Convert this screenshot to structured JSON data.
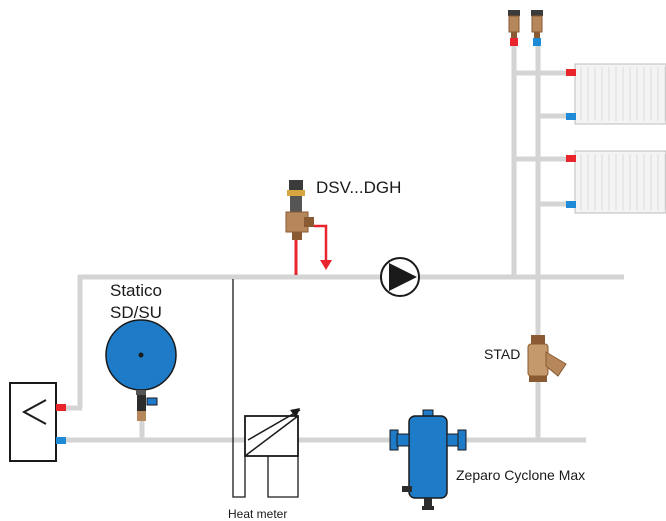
{
  "labels": {
    "dsv": "DSV...DGH",
    "statico_line1": "Statico",
    "statico_line2": "SD/SU",
    "stad": "STAD",
    "zeparo": "Zeparo Cyclone Max",
    "heat_meter": "Heat meter"
  },
  "colors": {
    "pipe": "#d9d9d9",
    "hot": "#e8242c",
    "cold": "#1f8ad6",
    "vessel_blue": "#1e7bc8",
    "valve_brass": "#b5875b",
    "valve_dark": "#8a5a32",
    "outline": "#1a1a1a",
    "radiator": "#f4f4f4"
  },
  "icons": [
    "heat-exchanger-icon",
    "pump-icon",
    "expansion-vessel-icon",
    "safety-valve-icon",
    "balancing-valve-icon",
    "heat-meter-icon",
    "dirt-separator-icon",
    "radiator-icon",
    "air-vent-icon"
  ]
}
